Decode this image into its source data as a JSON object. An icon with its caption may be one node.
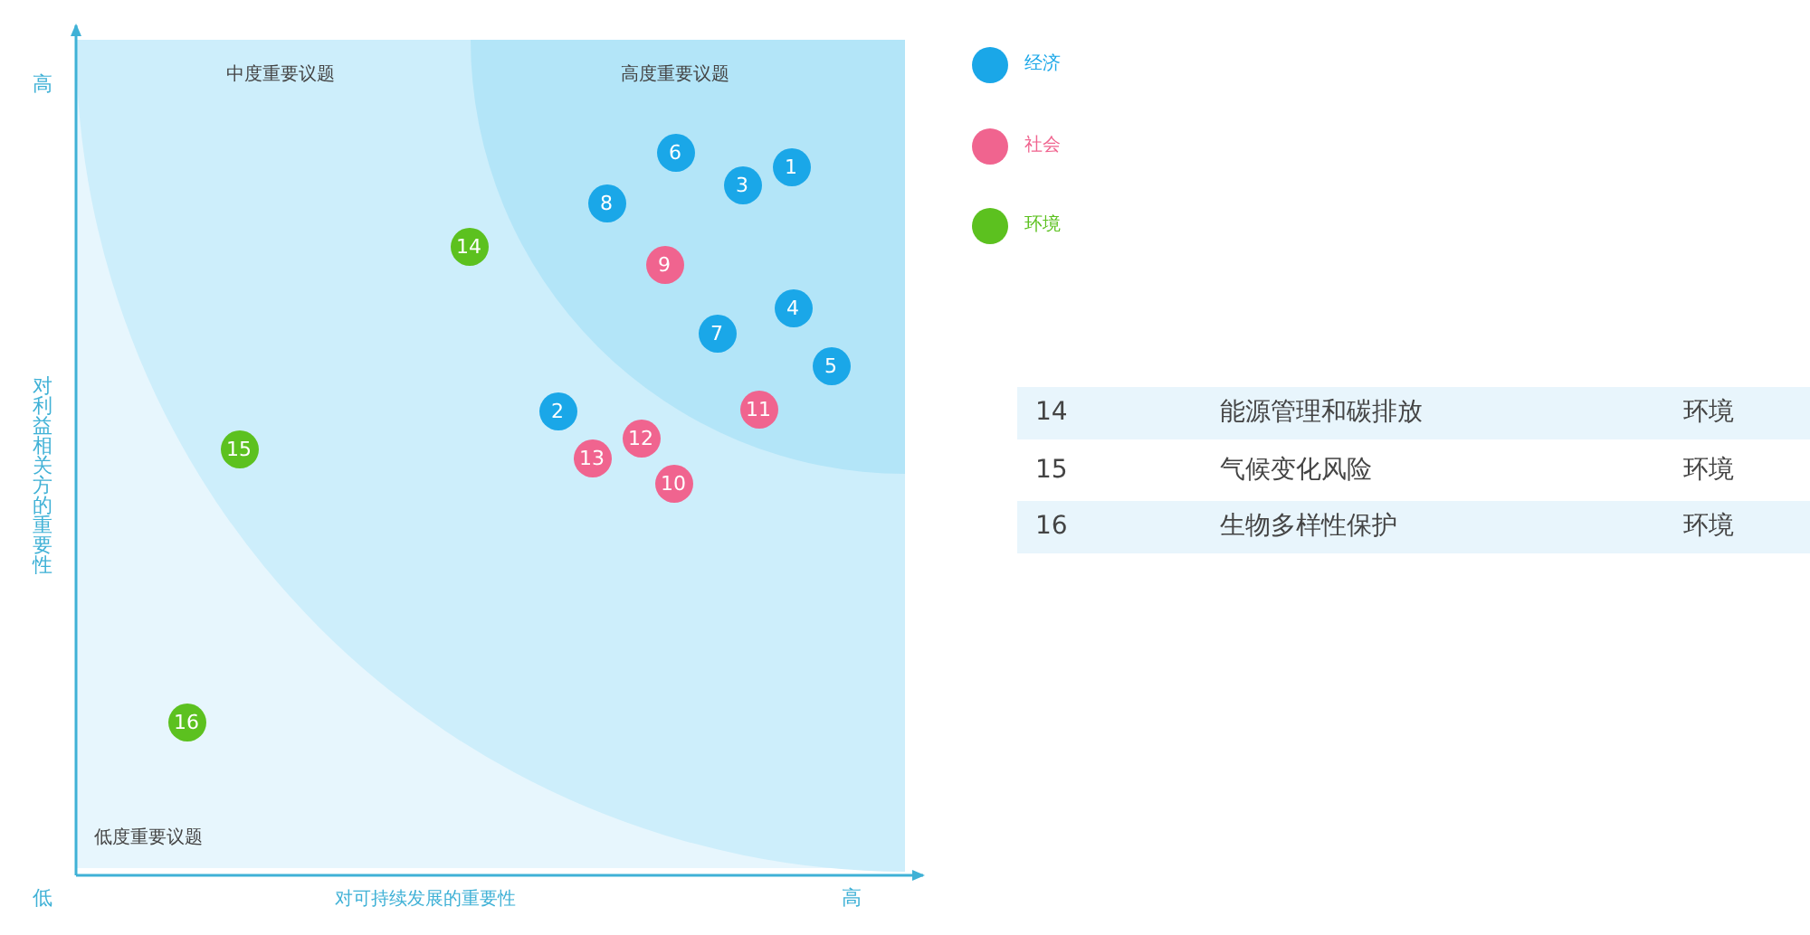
{
  "diagram": {
    "nodes": [
      {
        "text": [
          "1"
        ]
      },
      {
        "text": [
          "2"
        ]
      },
      {
        "text": [
          "3"
        ]
      },
      {
        "text": [
          "4"
        ]
      },
      {
        "text": [
          "5"
        ]
      },
      {
        "text": [
          "6"
        ]
      },
      {
        "text": [
          "7"
        ]
      },
      {
        "text": [
          "8"
        ]
      },
      {
        "text": [
          "9"
        ]
      },
      {
        "text": [
          "10"
        ]
      },
      {
        "text": [
          "11"
        ]
      },
      {
        "text": [
          "12"
        ]
      },
      {
        "text": [
          "13"
        ]
      },
      {
        "text": [
          "14"
        ]
      },
      {
        "text": [
          "15"
        ]
      },
      {
        "text": [
          "16"
        ]
      }
    ],
    "labels": [
      "中度重要议题",
      "高度重要议题",
      "高",
      "对利益相关方的重要性",
      "低度重要议题",
      "低",
      "对可持续发展的重要性",
      "高",
      "14",
      "能源管理和碳排放",
      "环境",
      "15",
      "气候变化风险",
      "环境",
      "16",
      "生物多样性保护",
      "环境"
    ],
    "legend": [
      {
        "text": "经济",
        "color": "#1aa7e8"
      },
      {
        "text": "社会",
        "color": "#f0648f"
      },
      {
        "text": "环境",
        "color": "#5cc11f"
      }
    ]
  }
}
